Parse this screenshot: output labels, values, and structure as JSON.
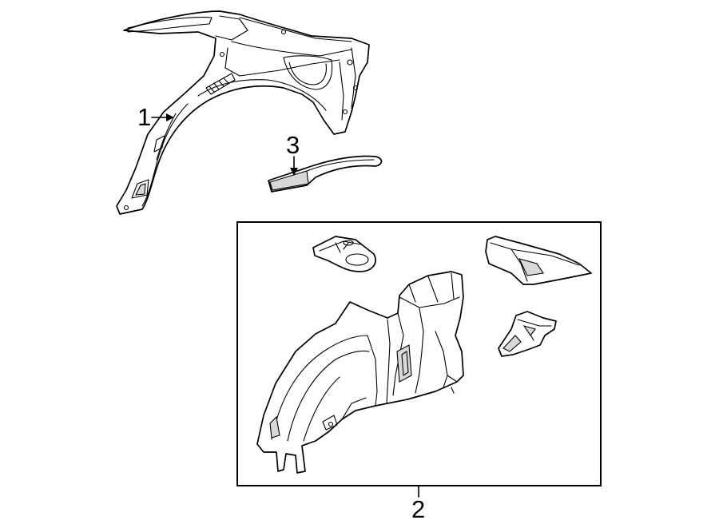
{
  "callouts": {
    "part_1": "1",
    "part_2": "2",
    "part_3": "3"
  },
  "colors": {
    "line": "#000000",
    "background": "#ffffff",
    "shade": "#d8d8d8"
  }
}
